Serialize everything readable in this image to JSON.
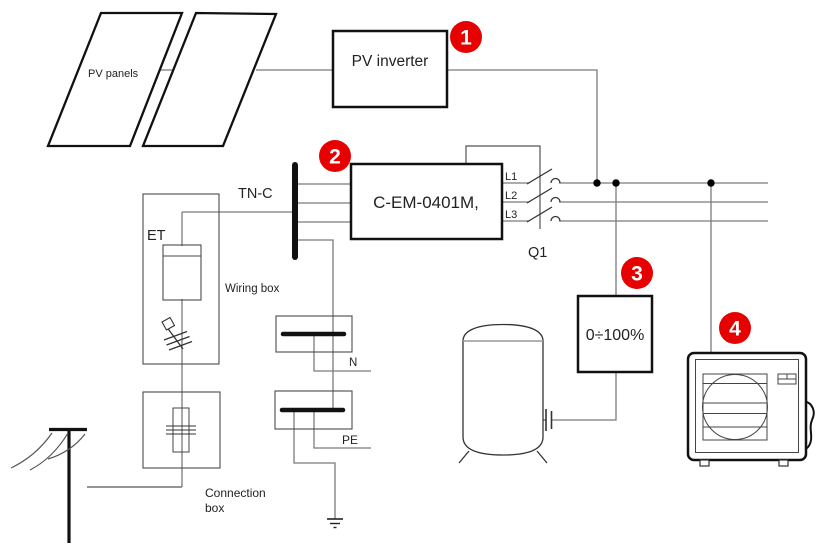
{
  "diagram": {
    "labels": {
      "pv_panels": "PV panels",
      "pv_inverter": "PV inverter",
      "tn_c": "TN-C",
      "et": "ET",
      "wiring_box": "Wiring box",
      "energy_meter": "C-EM-0401M,",
      "phase_l1": "L1",
      "phase_l2": "L2",
      "phase_l3": "L3",
      "breaker": "Q1",
      "modulation_range": "0÷100%",
      "neutral_bar": "N",
      "pe_bar": "PE",
      "connection_box_line1": "Connection",
      "connection_box_line2": "box"
    },
    "callouts": [
      "1",
      "2",
      "3",
      "4"
    ],
    "colors": {
      "callout": "#e60000",
      "wire": "#7b7b7b",
      "outline": "#111111"
    }
  }
}
